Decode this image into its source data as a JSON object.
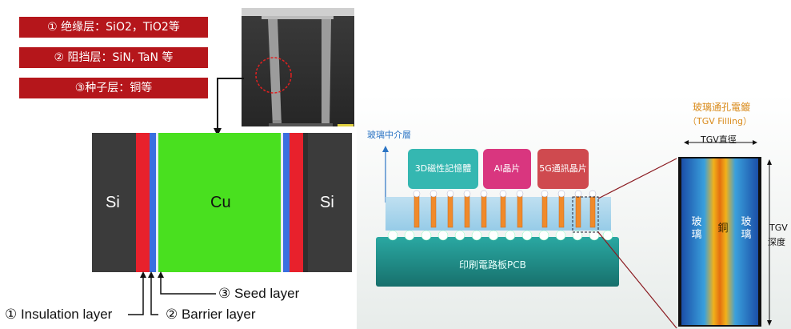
{
  "callouts": {
    "item1": "① 绝缘层：SiO2，TiO2等",
    "item2": "② 阻挡层：SiN,  TaN   等",
    "item3": "③种子层：铜等"
  },
  "cross_section": {
    "left_label": "Si",
    "center_label": "Cu",
    "right_label": "Si"
  },
  "legend": {
    "seed": "③ Seed layer",
    "insulation": "① Insulation layer",
    "barrier": "② Barrier layer"
  },
  "package": {
    "interposer_label": "玻璃中介層",
    "chip1": "3D磁性記憶體",
    "chip2": "AI晶片",
    "chip3": "5G通訊晶片",
    "pcb_label": "印刷電路板PCB"
  },
  "tgv": {
    "title1": "玻璃通孔電鍍",
    "title2": "（TGV Filling）",
    "diameter": "TGV直徑",
    "glass_left": "玻璃",
    "copper": "銅",
    "glass_right": "玻璃",
    "depth1": "TGV",
    "depth2": "深度"
  },
  "colors": {
    "callout_red": "#b5161b",
    "silicon": "#2f2f2f",
    "insulation": "#e8212c",
    "barrier": "#3a6fe0",
    "copper_fill": "#49e01f",
    "chip_teal": "#35b7b1",
    "chip_magenta": "#d9367f",
    "chip_red": "#cf4a4f",
    "pcb": "#1e8f8a",
    "tgv_title": "#d98a1a"
  }
}
